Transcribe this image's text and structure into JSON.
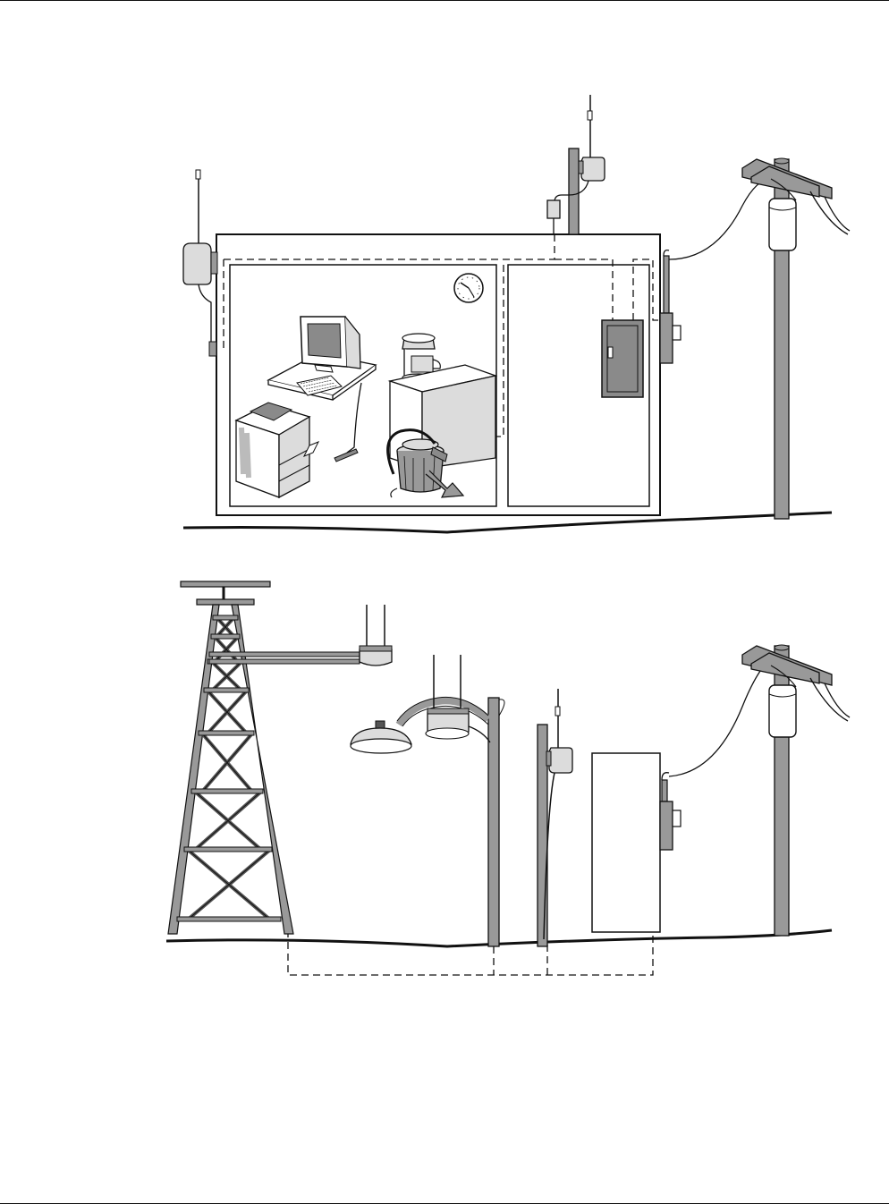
{
  "colors": {
    "pole": "#999999",
    "device": "#dcdcdc",
    "panel": "#8a8a8a",
    "line": "#111111",
    "background": "#ffffff"
  },
  "diagrams": [
    {
      "id": "building-installation",
      "elements": [
        "wall-mounted-radio",
        "roof-mast-radio",
        "clock",
        "computer-workstation",
        "coffee-maker",
        "photocopier",
        "wet-vacuum",
        "power-strip",
        "electrical-panel",
        "electric-meter",
        "utility-pole"
      ]
    },
    {
      "id": "outdoor-installation",
      "elements": [
        "lattice-tower",
        "tower-arm-radio",
        "street-light-radio",
        "street-light",
        "street-light-pole",
        "pole-radio",
        "utility-pole-small",
        "utility-cabinet",
        "electric-meter",
        "utility-pole"
      ]
    }
  ]
}
